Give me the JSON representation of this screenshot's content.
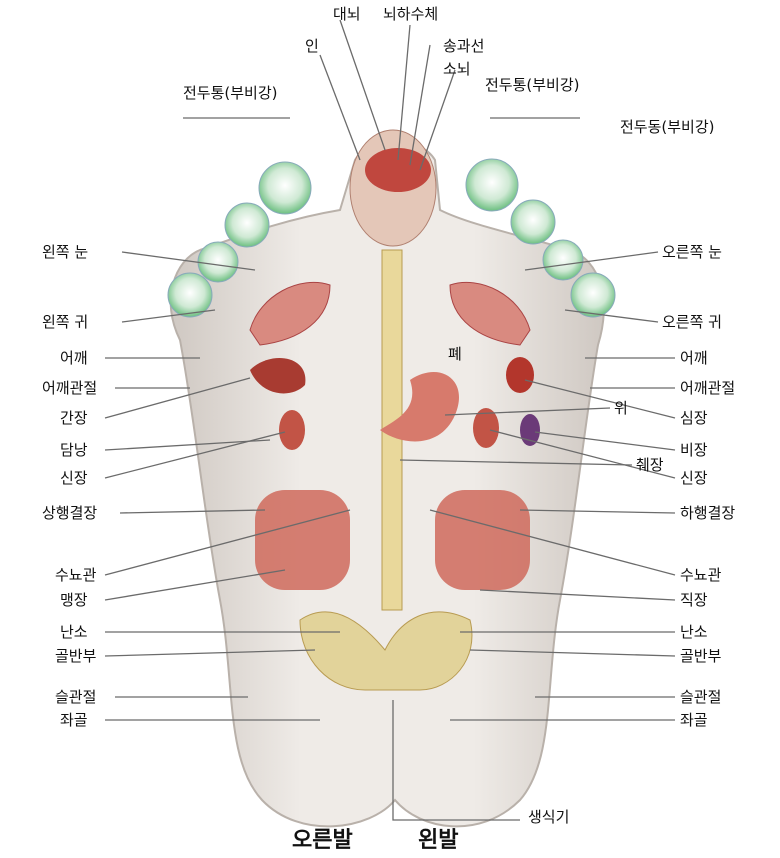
{
  "colors": {
    "skin": "#e8e2dc",
    "muscle": "#c9574b",
    "toe_green": "#7ac98d",
    "organ": "#b8443a",
    "line": "#555555"
  },
  "labels": {
    "cerebrum": "대뇌",
    "pituitary": "뇌하수체",
    "pineal": "송과선",
    "cerebellum": "소뇌",
    "in": "인",
    "sinus_left": "전두통(부비강)",
    "sinus_right": "전두통(부비강)",
    "sinus_right_outer": "전두동(부비강)",
    "left_eye": "왼쪽 눈",
    "right_eye": "오른쪽 눈",
    "left_ear": "왼쪽 귀",
    "right_ear": "오른쪽 귀",
    "lung": "폐",
    "shoulder_l": "어깨",
    "shoulder_r": "어깨",
    "shoulder_joint_l": "어깨관절",
    "shoulder_joint_r": "어깨관절",
    "liver": "간장",
    "stomach": "위",
    "heart": "심장",
    "gallbladder": "담낭",
    "spleen": "비장",
    "kidney_l": "신장",
    "kidney_r": "신장",
    "pancreas": "췌장",
    "ascending_colon": "상행결장",
    "descending_colon": "하행결장",
    "ureter_l": "수뇨관",
    "ureter_r": "수뇨관",
    "cecum": "맹장",
    "rectum": "직장",
    "ovary_l": "난소",
    "ovary_r": "난소",
    "pelvis_l": "골반부",
    "pelvis_r": "골반부",
    "knee_l": "슬관절",
    "knee_r": "슬관절",
    "sciatic_l": "좌골",
    "sciatic_r": "좌골",
    "genitals": "생식기"
  },
  "feet": {
    "right_foot": "오른발",
    "left_foot": "왼발"
  }
}
